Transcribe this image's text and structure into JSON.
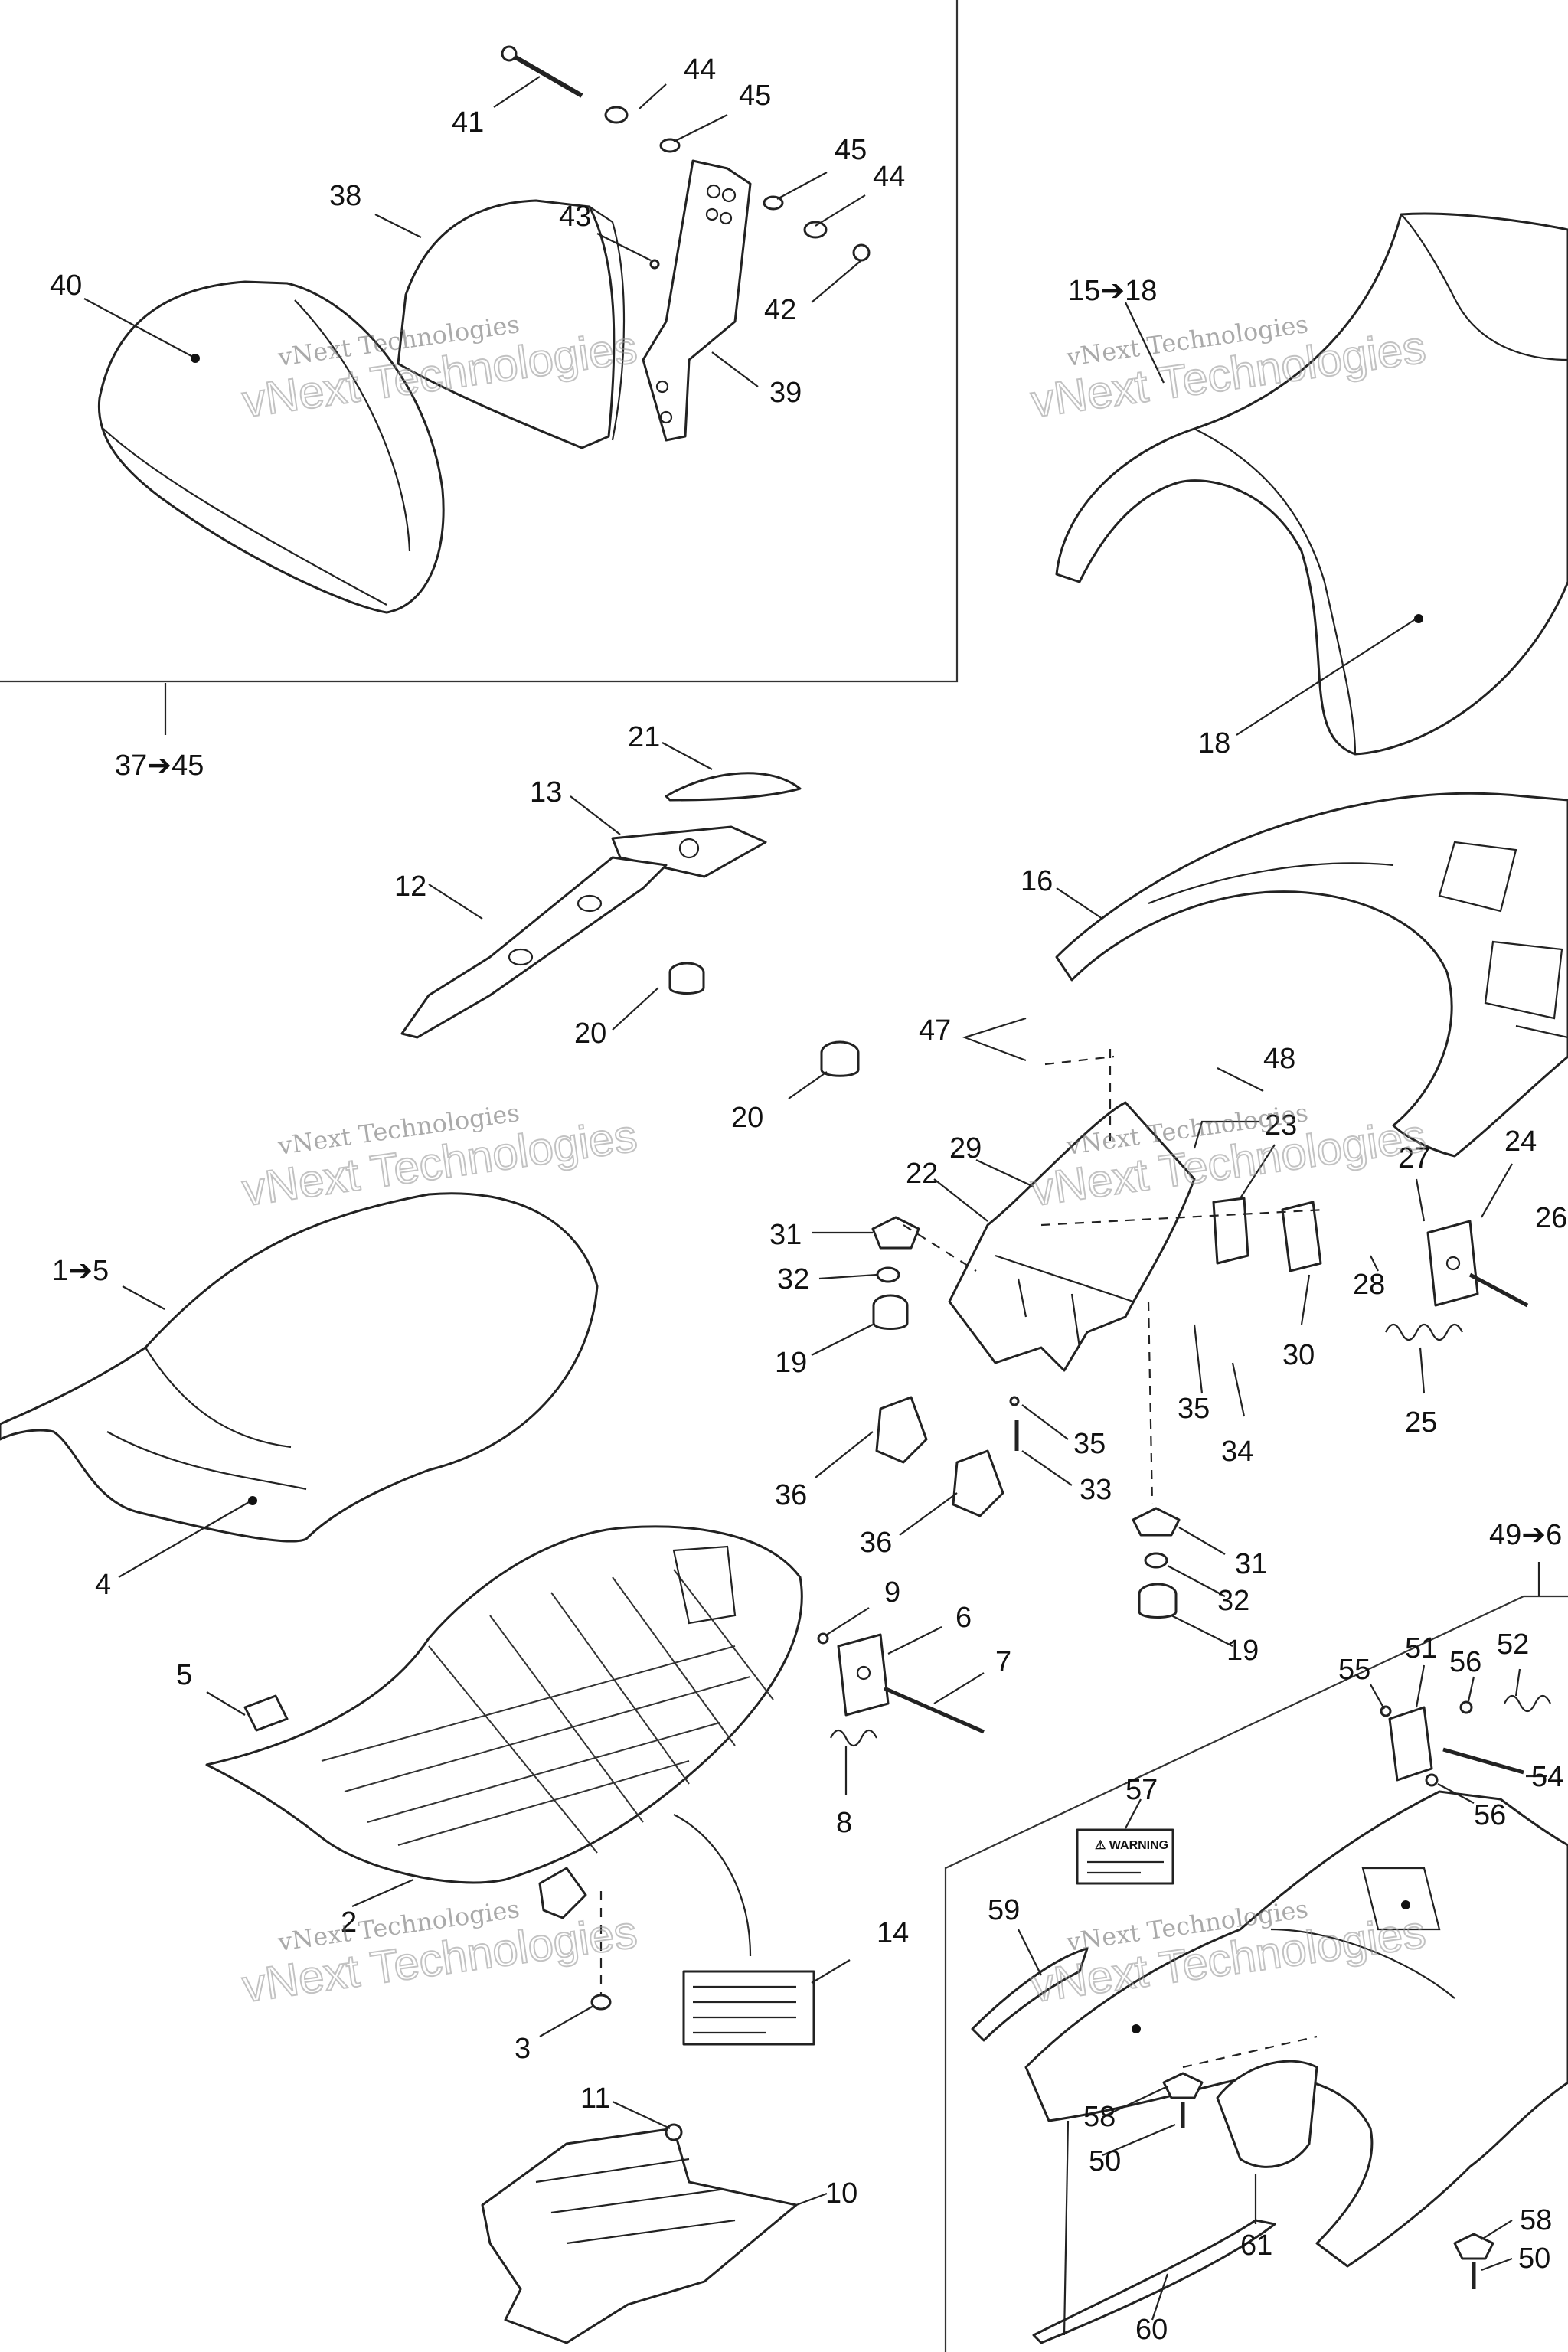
{
  "diagram": {
    "watermark": {
      "line1": "vNext Technologies",
      "line2": "vNext Technologies"
    },
    "labels": [
      {
        "id": "c41",
        "text": "41"
      },
      {
        "id": "c44a",
        "text": "44"
      },
      {
        "id": "c45a",
        "text": "45"
      },
      {
        "id": "c45b",
        "text": "45"
      },
      {
        "id": "c44b",
        "text": "44"
      },
      {
        "id": "c38",
        "text": "38"
      },
      {
        "id": "c43",
        "text": "43"
      },
      {
        "id": "c40",
        "text": "40"
      },
      {
        "id": "c42",
        "text": "42"
      },
      {
        "id": "c39",
        "text": "39"
      },
      {
        "id": "c37_45",
        "text": "37➔45"
      },
      {
        "id": "c15_18",
        "text": "15➔18"
      },
      {
        "id": "c18",
        "text": "18"
      },
      {
        "id": "c21",
        "text": "21"
      },
      {
        "id": "c13",
        "text": "13"
      },
      {
        "id": "c12",
        "text": "12"
      },
      {
        "id": "c20a",
        "text": "20"
      },
      {
        "id": "c16",
        "text": "16"
      },
      {
        "id": "c47",
        "text": "47"
      },
      {
        "id": "c48",
        "text": "48"
      },
      {
        "id": "c20b",
        "text": "20"
      },
      {
        "id": "c29",
        "text": "29"
      },
      {
        "id": "c23",
        "text": "23"
      },
      {
        "id": "c22",
        "text": "22"
      },
      {
        "id": "c27",
        "text": "27"
      },
      {
        "id": "c24",
        "text": "24"
      },
      {
        "id": "c26",
        "text": "26"
      },
      {
        "id": "c31a",
        "text": "31"
      },
      {
        "id": "c32a",
        "text": "32"
      },
      {
        "id": "c28",
        "text": "28"
      },
      {
        "id": "c1_5",
        "text": "1➔5"
      },
      {
        "id": "c19a",
        "text": "19"
      },
      {
        "id": "c30",
        "text": "30"
      },
      {
        "id": "c35",
        "text": "35"
      },
      {
        "id": "c34",
        "text": "34"
      },
      {
        "id": "c25",
        "text": "25"
      },
      {
        "id": "c35b",
        "text": "35"
      },
      {
        "id": "c36a",
        "text": "36"
      },
      {
        "id": "c33",
        "text": "33"
      },
      {
        "id": "c4",
        "text": "4"
      },
      {
        "id": "c36b",
        "text": "36"
      },
      {
        "id": "c49_61",
        "text": "49➔6"
      },
      {
        "id": "c31b",
        "text": "31"
      },
      {
        "id": "c32b",
        "text": "32"
      },
      {
        "id": "c9",
        "text": "9"
      },
      {
        "id": "c6",
        "text": "6"
      },
      {
        "id": "c19b",
        "text": "19"
      },
      {
        "id": "c5",
        "text": "5"
      },
      {
        "id": "c7",
        "text": "7"
      },
      {
        "id": "c51",
        "text": "51"
      },
      {
        "id": "c52",
        "text": "52"
      },
      {
        "id": "c55",
        "text": "55"
      },
      {
        "id": "c56a",
        "text": "56"
      },
      {
        "id": "c8",
        "text": "8"
      },
      {
        "id": "c54",
        "text": "54"
      },
      {
        "id": "c56b",
        "text": "56"
      },
      {
        "id": "c57",
        "text": "57"
      },
      {
        "id": "c59",
        "text": "59"
      },
      {
        "id": "c2",
        "text": "2"
      },
      {
        "id": "c14",
        "text": "14"
      },
      {
        "id": "c3",
        "text": "3"
      },
      {
        "id": "c58a",
        "text": "58"
      },
      {
        "id": "c50a",
        "text": "50"
      },
      {
        "id": "c11",
        "text": "11"
      },
      {
        "id": "c10",
        "text": "10"
      },
      {
        "id": "c61",
        "text": "61"
      },
      {
        "id": "c58b",
        "text": "58"
      },
      {
        "id": "c50b",
        "text": "50"
      },
      {
        "id": "c60",
        "text": "60"
      }
    ],
    "warning_label": {
      "title": "⚠ WARNING"
    }
  }
}
